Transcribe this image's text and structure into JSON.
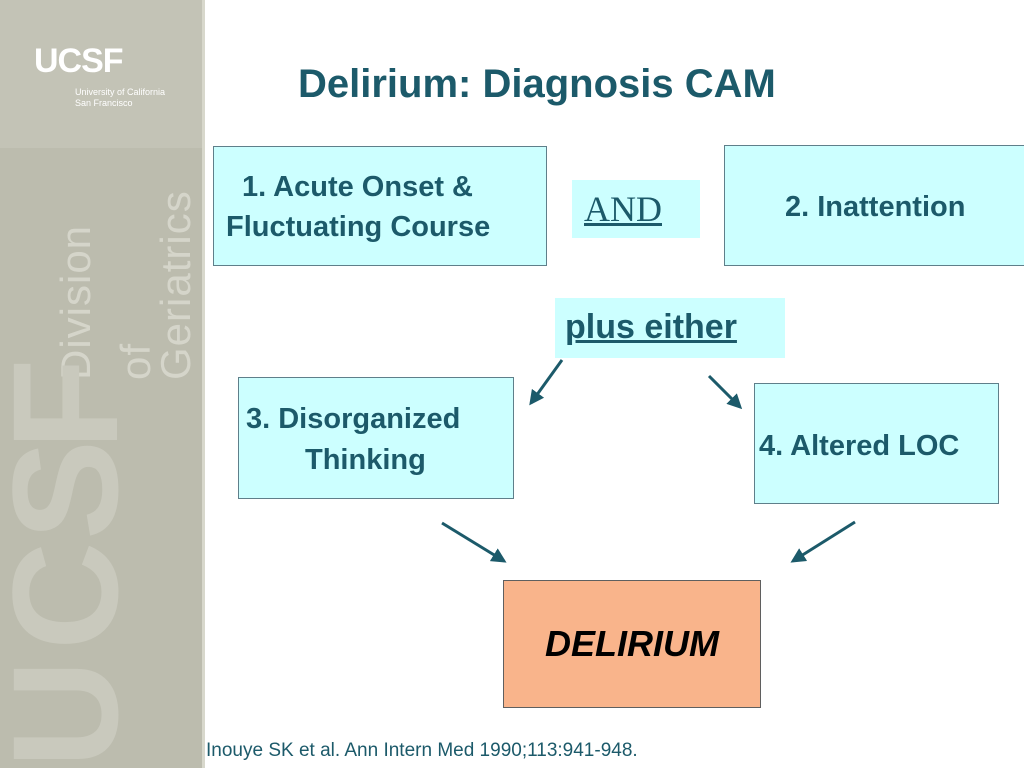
{
  "sidebar": {
    "logo_text": "UCSF",
    "logo_line1": "University of California",
    "logo_line2": "San Francisco",
    "division_word1": "Division",
    "division_word2": "of",
    "division_word3": "Geriatrics"
  },
  "slide": {
    "title": "Delirium: Diagnosis CAM",
    "box1_line1": "1. Acute Onset &",
    "box1_line2": "Fluctuating Course",
    "and_label": "AND",
    "box2_label": "2. Inattention",
    "plus_either": "plus either",
    "box3_line1": "3. Disorganized",
    "box3_line2": "Thinking",
    "box4_label": "4. Altered LOC",
    "result_label": "DELIRIUM",
    "citation": "Inouye SK et al.  Ann Intern Med 1990;113:941-948."
  },
  "colors": {
    "title": "#1c5a6a",
    "box_fill": "#ccffff",
    "result_fill": "#f9b48b",
    "arrow": "#1c5a6a",
    "sidebar": "#bcbcae"
  }
}
